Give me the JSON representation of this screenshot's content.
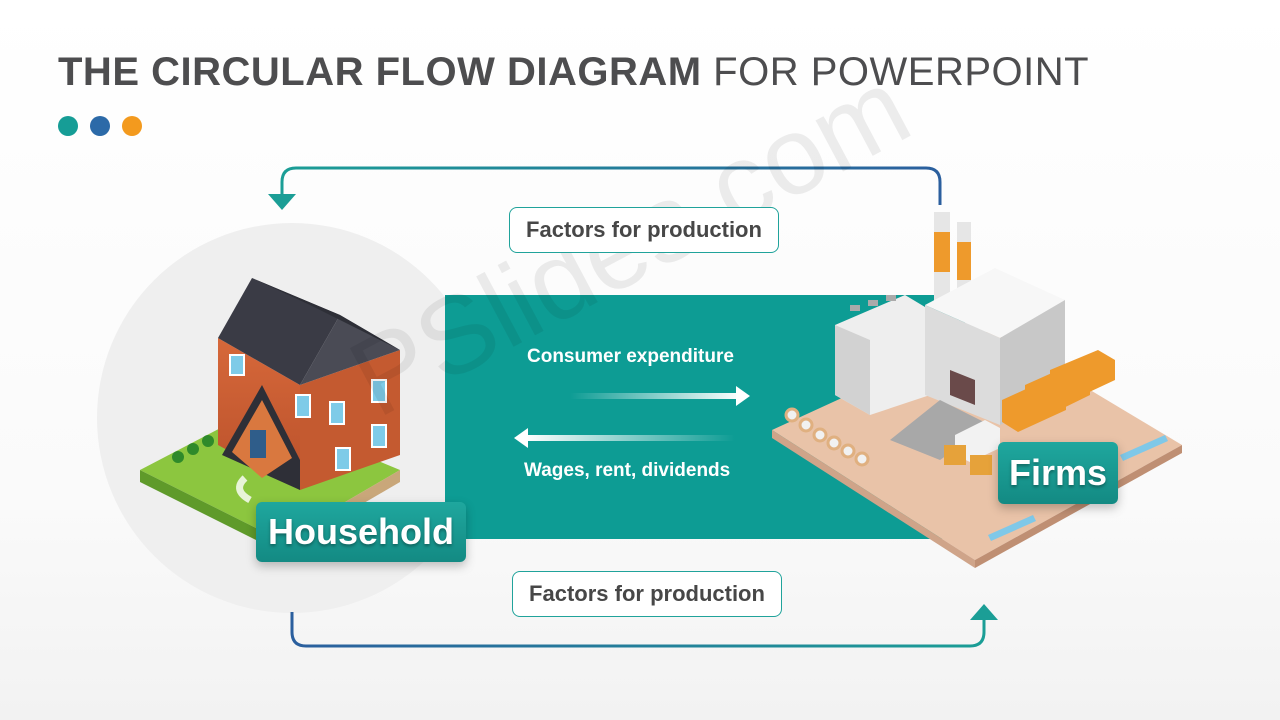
{
  "title": {
    "bold": "THE CIRCULAR FLOW DIAGRAM",
    "light": "FOR POWERPOINT"
  },
  "dots": [
    "#169d96",
    "#2c6aa8",
    "#f39a1e"
  ],
  "colors": {
    "teal": "#0d9c94",
    "arrow_gradient_start": "#1b9e96",
    "arrow_gradient_end": "#2b5f9e"
  },
  "labels": {
    "top_box": "Factors for production",
    "bottom_box": "Factors for production",
    "consumer_expenditure": "Consumer expenditure",
    "wages": "Wages, rent, dividends"
  },
  "entities": {
    "household": "Household",
    "firms": "Firms"
  },
  "watermark": "PSlides.com"
}
